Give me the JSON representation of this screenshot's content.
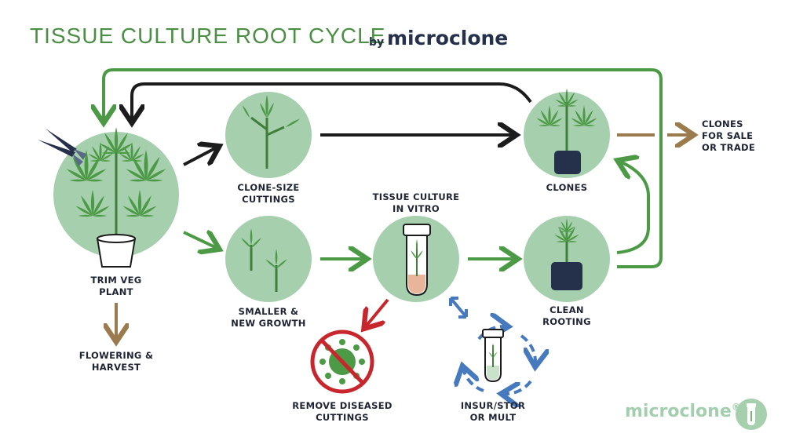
{
  "header": {
    "title": "TISSUE CULTURE ROOT CYCLE",
    "by": "by",
    "brand": "microclone"
  },
  "nodes": {
    "trim_veg_plant": "TRIM VEG\nPLANT",
    "flowering_harvest": "FLOWERING &\nHARVEST",
    "clone_size_cuttings": "CLONE-SIZE\nCUTTINGS",
    "smaller_new_growth": "SMALLER &\nNEW GROWTH",
    "tissue_culture": "TISSUE CULTURE\nIN VITRO",
    "clones": "CLONES",
    "clean_rooting": "CLEAN\nROOTING",
    "remove_diseased": "REMOVE DISEASED\nCUTTINGS",
    "insur_stor_mult": "INSUR/STOR\nOR MULT",
    "clones_for_sale": "CLONES\nFOR SALE\nOR TRADE"
  },
  "footer": {
    "brand": "microclone",
    "mark": "®"
  },
  "colors": {
    "green_title": "#4a8f43",
    "circle_fill": "#a6cfae",
    "green_arrow": "#4c9a45",
    "black_arrow": "#1c1c1c",
    "brown_arrow": "#9b7a4e",
    "red": "#c8262d",
    "blue": "#4779bf",
    "navy": "#25304a"
  }
}
